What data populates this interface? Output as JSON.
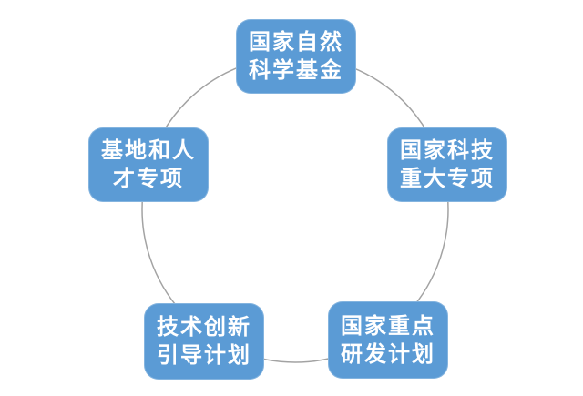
{
  "diagram": {
    "type": "circular-cycle-diagram",
    "node_fill_color": "#5B9BD5",
    "node_text_color": "#FFFFFF",
    "circle_stroke_color": "#A3A3A3",
    "background_color": "#FFFFFF",
    "nodes": [
      {
        "id": "natural-science-foundation",
        "line1": "国家自然",
        "line2": "科学基金",
        "label": "国家自然科学基金"
      },
      {
        "id": "major-sci-tech-project",
        "line1": "国家科技",
        "line2": "重大专项",
        "label": "国家科技重大专项"
      },
      {
        "id": "key-rd-program",
        "line1": "国家重点",
        "line2": "研发计划",
        "label": "国家重点研发计划"
      },
      {
        "id": "tech-innovation-guidance",
        "line1": "技术创新",
        "line2": "引导计划",
        "label": "技术创新引导计划"
      },
      {
        "id": "base-and-talent-program",
        "line1": "基地和人",
        "line2": "才专项",
        "label": "基地和人才专项"
      }
    ]
  }
}
